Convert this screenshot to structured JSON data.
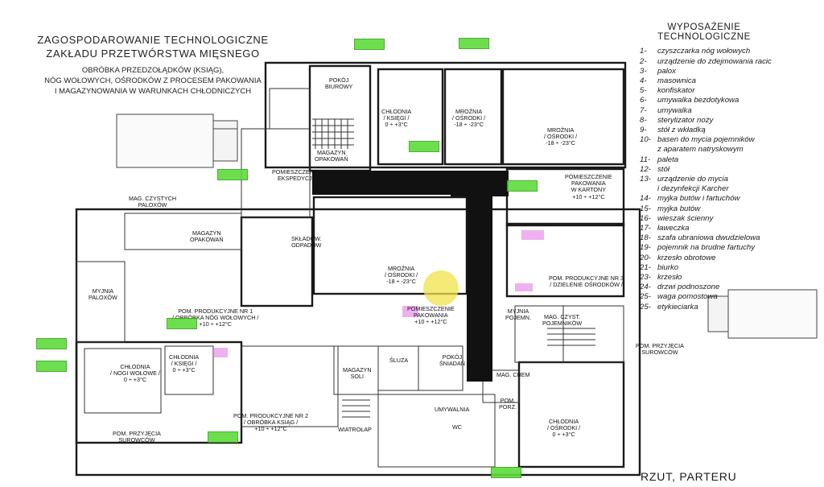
{
  "title": {
    "line1": "ZAGOSPODAROWANIE TECHNOLOGICZNE",
    "line2": "ZAKŁADU PRZETWÓRSTWA MIĘSNEGO"
  },
  "subtitle": {
    "line1": "OBRÓBKA PRZEDZOŁĄDKÓW (KSIĄG),",
    "line2": "NÓG WOŁOWYCH, OŚRODKÓW Z PROCESEM PAKOWANIA",
    "line3": "I MAGAZYNOWANIA W WARUNKACH CHŁODNICZYCH"
  },
  "legend": {
    "title1": "WYPOSAŻENIE",
    "title2": "TECHNOLOGICZNE",
    "items": [
      {
        "num": "1-",
        "text": "czyszczarka nóg wołowych"
      },
      {
        "num": "2-",
        "text": "urządzenie do zdejmowania racic"
      },
      {
        "num": "3-",
        "text": "palox"
      },
      {
        "num": "4-",
        "text": "masownica"
      },
      {
        "num": "5-",
        "text": "konfiskator"
      },
      {
        "num": "6-",
        "text": "umywalka bezdotykowa"
      },
      {
        "num": "7-",
        "text": "umywalka"
      },
      {
        "num": "8-",
        "text": "sterylizator noży"
      },
      {
        "num": "9-",
        "text": "stół z wkładką"
      },
      {
        "num": "10-",
        "text": "basen do mycia pojemników"
      },
      {
        "num": "",
        "text": "z aparatem natryskowym"
      },
      {
        "num": "11-",
        "text": "paleta"
      },
      {
        "num": "12-",
        "text": "stół"
      },
      {
        "num": "13-",
        "text": "urządzenie do mycia"
      },
      {
        "num": "",
        "text": "i dezynfekcji Karcher"
      },
      {
        "num": "14-",
        "text": "myjka butów i fartuchów"
      },
      {
        "num": "15-",
        "text": "myjka butów"
      },
      {
        "num": "16-",
        "text": "wieszak ścienny"
      },
      {
        "num": "17-",
        "text": "ławeczka"
      },
      {
        "num": "18-",
        "text": "szafa ubraniowa dwudzielowa"
      },
      {
        "num": "19-",
        "text": "pojemnik na brudne fartuchy"
      },
      {
        "num": "20-",
        "text": "krzesło obrotowe"
      },
      {
        "num": "21-",
        "text": "biurko"
      },
      {
        "num": "23-",
        "text": "krzesło"
      },
      {
        "num": "24-",
        "text": "drzwi podnoszone"
      },
      {
        "num": "25-",
        "text": "waga pomostowa"
      },
      {
        "num": "25-",
        "text": "etykieciarka"
      }
    ]
  },
  "view_label": "RZUT, PARTERU",
  "rooms": {
    "pokoj_biurowy": "POKÓJ\nBIUROWY",
    "chlodnia_ksiegi_top": "CHŁODNIA\n/ KSIĘGI /\n0 ÷ +3°C",
    "mroznia_osrodki_small": "MROŹNIA\n/ OŚRODKI /\n-18 ÷ -23°C",
    "mroznia_osrodki_big": "MROŹNIA\n/ OŚRODKI /\n-18 ÷ -23°C",
    "magazyn_opakowan_top": "MAGAZYN\nOPAKOWAŃ",
    "pom_ekspedycji": "POMIESZCZENIE\nEKSPEDYCJI",
    "mag_czystych_paloxow": "MAG. CZYSTYCH\nPALOXÓW",
    "magazyn_opakowan": "MAGAZYN\nOPAKOWAŃ",
    "skladowanie_odpadow": "SKŁADOW.\nODPADÓW",
    "mroznia_center": "MROŹNIA\n/ OŚRODKI /\n-18 ÷ -23°C",
    "pom_pakowania_kartony": "POMIESZCZENIE\nPAKOWANIA\nW KARTONY\n+10 ÷ +12°C",
    "pom_produkcyjne_3": "POM. PRODUKCYJNE NR 3\n/ DZIELENIE OŚRODKÓW /",
    "myjnia_paloxow": "MYJNIA\nPALOXÓW",
    "pom_produkcyjne_1": "POM. PRODUKCYJNE NR 1\n/ OBRÓBKA NÓG WOŁOWYCH /\n+10 ÷ +12°C",
    "pom_pakowania": "POMIESZCZENIE\nPAKOWANIA\n+10 ÷ +12°C",
    "myjnia_pojemn": "MYJNIA\nPOJEMN.",
    "mag_czyst_pojemnikow": "MAG. CZYST.\nPOJEMNIKÓW",
    "chlodnia_nogi": "CHŁODNIA\n/ NOGI WOŁOWE /\n0 ÷ +3°C",
    "chlodnia_ksiegi_small": "CHŁODNIA\n/ KSIĘGI /\n0 ÷ +3°C",
    "sluza": "ŚLUZA",
    "pokoj_sniadan": "POKÓJ\nŚNIADAŃ",
    "mag_chem": "MAG. CHEM",
    "pom_przyjecia_surowcow_right": "POM. PRZYJĘCIA\nSUROWCÓW",
    "magazyn_soli": "MAGAZYN\nSOLI",
    "pom_produkcyjne_2": "POM. PRODUKCYJNE NR 2\n/ OBRÓBKA KSIĄG /\n+10 ÷ +12°C",
    "umywalnia": "UMYWALNIA",
    "wc": "WC",
    "pom_porz": "POM.\nPORZ.",
    "chlodnia_osrodki": "CHŁODNIA\n/ OŚRODKI /\n0 ÷ +3°C",
    "pom_przyjecia_surowcow_left": "POM. PRZYJĘCIA\nSUROWCÓW",
    "wiatrolap": "WIATROŁAP"
  },
  "colors": {
    "wall": "#1a1a1a",
    "dark_block": "#111111",
    "note_green": "#5edc3c",
    "note_pink": "#e27be6",
    "watermark_yellow": "#f2e14a"
  }
}
